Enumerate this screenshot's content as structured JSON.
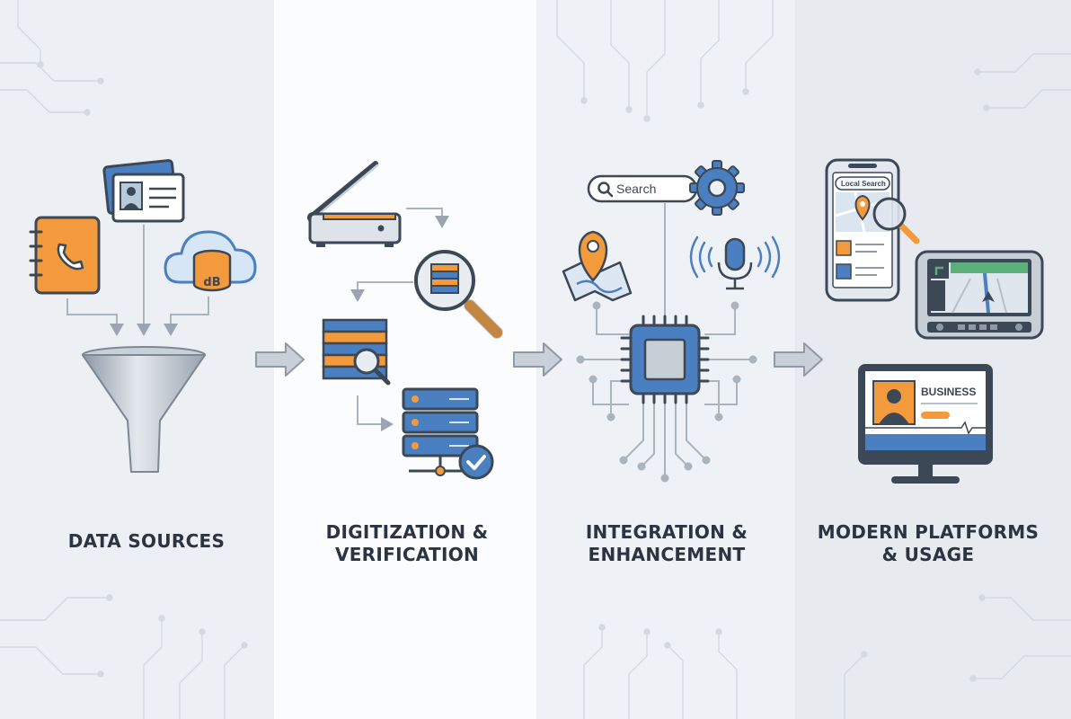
{
  "stages": [
    {
      "id": "data-sources",
      "lines": [
        "DATA SOURCES"
      ],
      "icons": [
        "address-book-icon",
        "id-cards-icon",
        "cloud-database-icon",
        "funnel-icon"
      ],
      "db_label": "dB"
    },
    {
      "id": "digitization-verification",
      "lines": [
        "DIGITIZATION &",
        "VERIFICATION"
      ],
      "icons": [
        "scanner-icon",
        "magnifier-records-icon",
        "record-stack-icon",
        "server-check-icon"
      ]
    },
    {
      "id": "integration-enhancement",
      "lines": [
        "INTEGRATION &",
        "ENHANCEMENT"
      ],
      "icons": [
        "search-bar-icon",
        "gear-icon",
        "map-pin-icon",
        "microphone-icon",
        "processor-chip-icon"
      ],
      "search_text": "Search"
    },
    {
      "id": "modern-platforms-usage",
      "lines": [
        "MODERN PLATFORMS",
        "& USAGE"
      ],
      "icons": [
        "smartphone-icon",
        "car-navigation-icon",
        "monitor-listing-icon"
      ],
      "phone_search_text": "Local Search",
      "monitor_title": "BUSINESS"
    }
  ],
  "colors": {
    "orange": "#f39a3d",
    "blue": "#4a7fc1",
    "dark": "#3d4856",
    "gray": "#a9b3be",
    "light_panel": "#fbfcfd",
    "panel": "#eef1f5"
  }
}
